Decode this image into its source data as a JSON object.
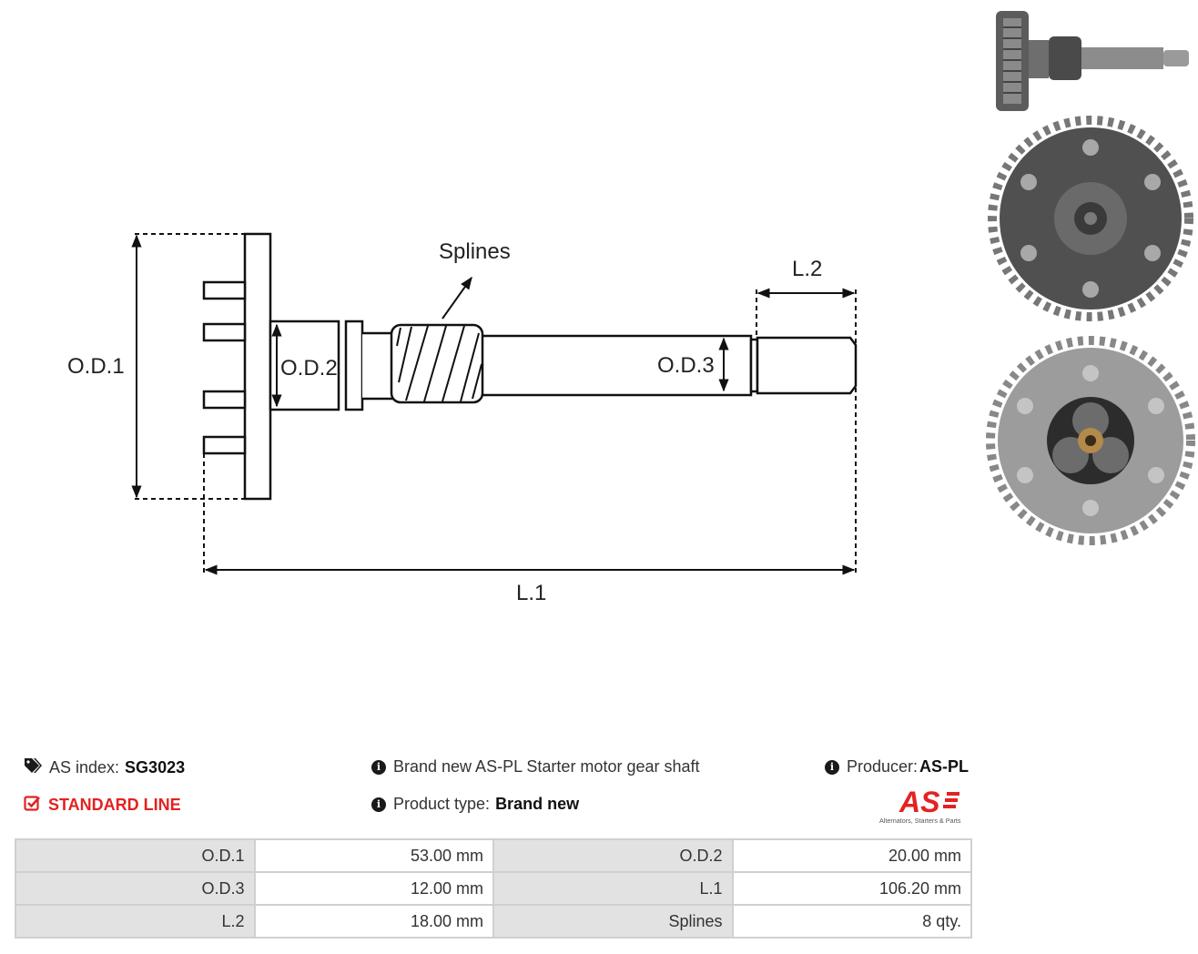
{
  "diagram": {
    "od1": "O.D.1",
    "od2": "O.D.2",
    "od3": "O.D.3",
    "l1": "L.1",
    "l2": "L.2",
    "splines": "Splines"
  },
  "photos": [
    "gear-shaft-side-view",
    "planetary-carrier-back-view",
    "planetary-carrier-front-view"
  ],
  "info": {
    "as_index_label": "AS index:",
    "as_index_value": "SG3023",
    "line": "STANDARD LINE",
    "description": "Brand new AS-PL Starter motor gear shaft",
    "product_type_label": "Product type:",
    "product_type_value": "Brand new",
    "producer_label": "Producer:",
    "producer_value": "AS-PL"
  },
  "logo": {
    "text": "AS",
    "tagline": "Alternators, Starters & Parts",
    "color": "#e32222"
  },
  "specs": [
    [
      "O.D.1",
      "53.00 mm",
      "O.D.2",
      "20.00 mm"
    ],
    [
      "O.D.3",
      "12.00 mm",
      "L.1",
      "106.20 mm"
    ],
    [
      "L.2",
      "18.00 mm",
      "Splines",
      "8 qty."
    ]
  ]
}
